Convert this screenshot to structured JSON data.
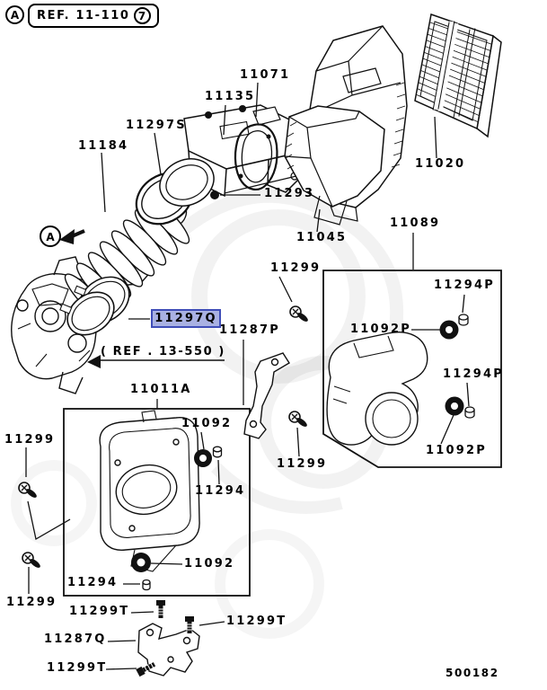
{
  "header": {
    "view_marker": "A",
    "ref": "REF. 11-110",
    "fig_no": "7"
  },
  "diagram": {
    "view_marker": "A",
    "throttle_ref_note": "( REF . 13-550 )",
    "drawing_code": "500182",
    "selection": {
      "part_no": "11297Q",
      "highlight_bg": "#a9b1e3",
      "highlight_border": "#3f4db8"
    },
    "callouts": {
      "p11071": "11071",
      "p11135": "11135",
      "p11297S": "11297S",
      "p11184": "11184",
      "p11293": "11293",
      "p11045": "11045",
      "p11020": "11020",
      "p11089": "11089",
      "p11299_top": "11299",
      "p11294P_top": "11294P",
      "p11092P_top": "11092P",
      "p11294P_bot": "11294P",
      "p11092P_bot": "11092P",
      "p11287P": "11287P",
      "p11299_mid": "11299",
      "p11011A": "11011A",
      "p11092_top": "11092",
      "p11294_top": "11294",
      "p11299_left_top": "11299",
      "p11299_left_bot": "11299",
      "p11092_bot": "11092",
      "p11294_bot": "11294",
      "p11299T_a": "11299T",
      "p11299T_b": "11299T",
      "p11287Q": "11287Q",
      "p11299T_c": "11299T"
    }
  }
}
